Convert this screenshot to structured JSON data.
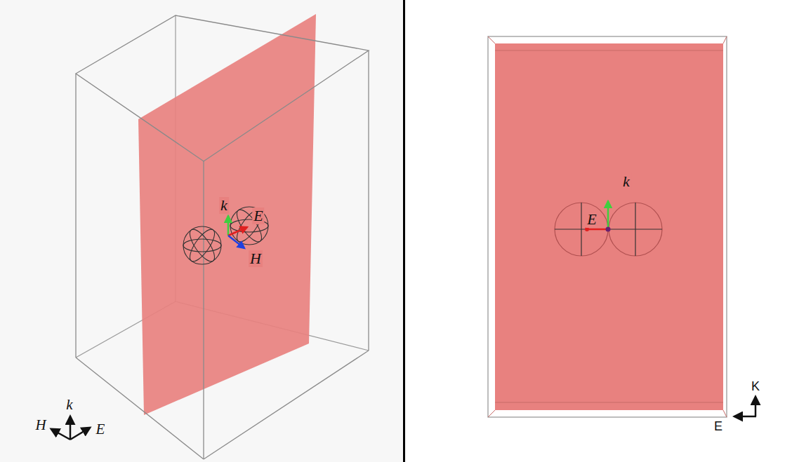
{
  "diagram": {
    "labels": [
      "k",
      "E",
      "H",
      "k",
      "H",
      "E",
      "k",
      "E",
      "K",
      "E"
    ]
  }
}
